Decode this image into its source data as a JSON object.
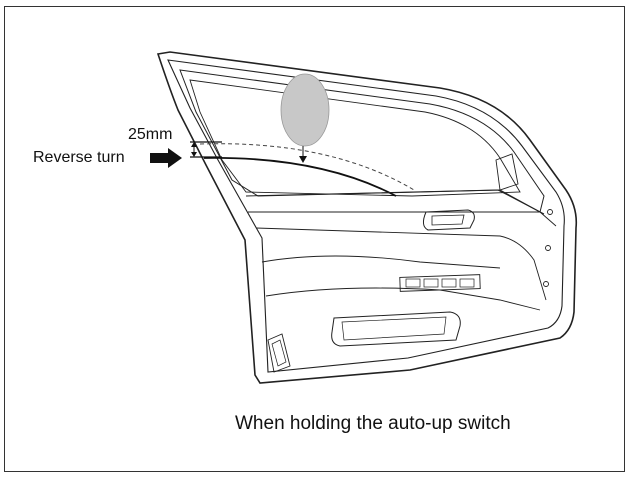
{
  "labels": {
    "dimension": "25mm",
    "reverse": "Reverse turn"
  },
  "caption": "When holding the auto-up switch",
  "colors": {
    "line": "#222222",
    "obstacle": "#c8c8c8",
    "frame": "#333333"
  }
}
